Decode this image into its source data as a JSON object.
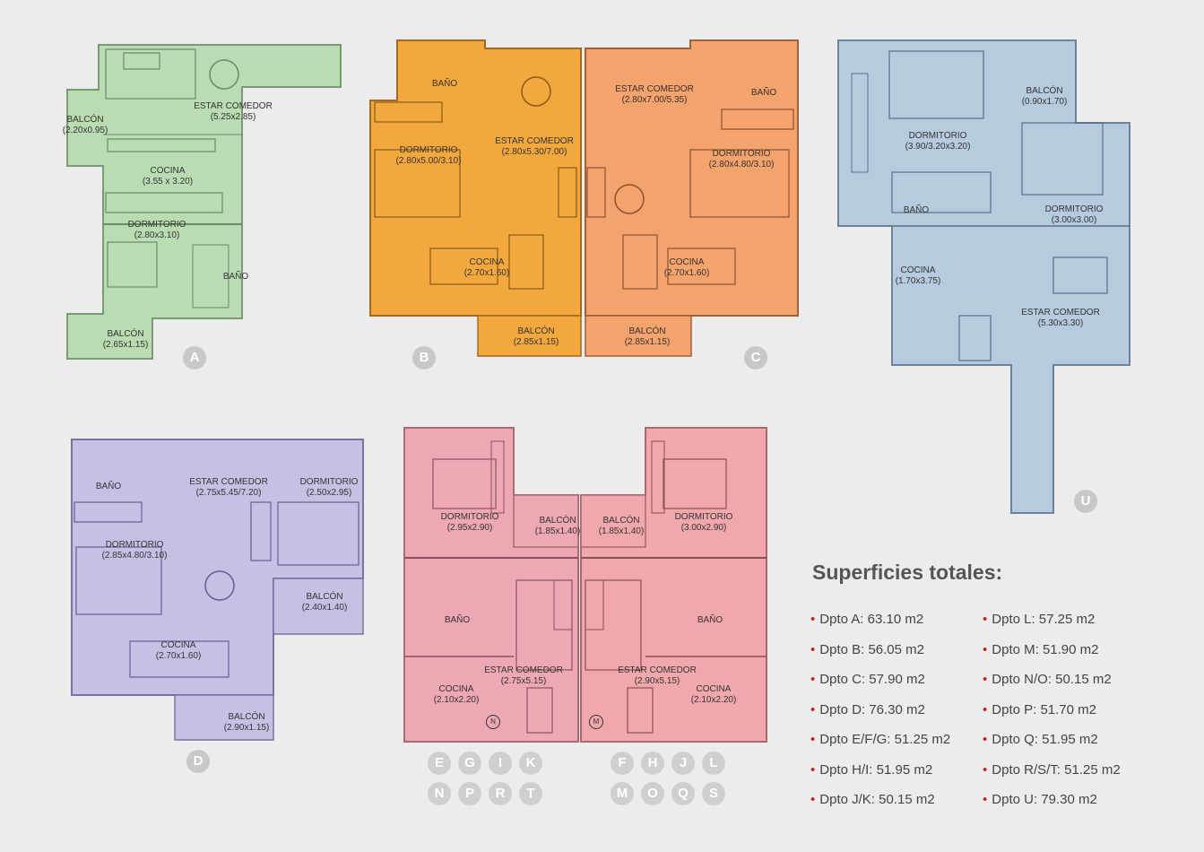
{
  "plans": {
    "A": {
      "badge": "A",
      "color": "#b9dcb2",
      "rooms": [
        {
          "name": "ESTAR COMEDOR",
          "dim": "(5.25x2.85)"
        },
        {
          "name": "BALCÓN",
          "dim": "(2.20x0.95)"
        },
        {
          "name": "COCINA",
          "dim": "(3.55 x 3.20)"
        },
        {
          "name": "DORMITORIO",
          "dim": "(2.80x3.10)"
        },
        {
          "name": "BAÑO",
          "dim": ""
        },
        {
          "name": "BALCÓN",
          "dim": "(2.65x1.15)"
        }
      ]
    },
    "B": {
      "badge": "B",
      "color": "#f3a83e",
      "rooms": [
        {
          "name": "BAÑO",
          "dim": ""
        },
        {
          "name": "ESTAR COMEDOR",
          "dim": "(2.80x5.30/7.00)"
        },
        {
          "name": "DORMITORIO",
          "dim": "(2.80x5.00/3.10)"
        },
        {
          "name": "COCINA",
          "dim": "(2.70x1.60)"
        },
        {
          "name": "BALCÓN",
          "dim": "(2.85x1.15)"
        }
      ]
    },
    "C": {
      "badge": "C",
      "color": "#f5a36c",
      "rooms": [
        {
          "name": "ESTAR COMEDOR",
          "dim": "(2.80x7.00/5.35)"
        },
        {
          "name": "BAÑO",
          "dim": ""
        },
        {
          "name": "DORMITORIO",
          "dim": "(2.80x4.80/3.10)"
        },
        {
          "name": "COCINA",
          "dim": "(2.70x1.60)"
        },
        {
          "name": "BALCÓN",
          "dim": "(2.85x1.15)"
        }
      ]
    },
    "U": {
      "badge": "U",
      "color": "#b6cbde",
      "rooms": [
        {
          "name": "DORMITORIO",
          "dim": "(3.90/3.20x3.20)"
        },
        {
          "name": "BALCÓN",
          "dim": "(0.90x1.70)"
        },
        {
          "name": "BAÑO",
          "dim": ""
        },
        {
          "name": "DORMITORIO",
          "dim": "(3.00x3.00)"
        },
        {
          "name": "COCINA",
          "dim": "(1.70x3.75)"
        },
        {
          "name": "ESTAR COMEDOR",
          "dim": "(5.30x3.30)"
        }
      ]
    },
    "D": {
      "badge": "D",
      "color": "#c8c0e4",
      "rooms": [
        {
          "name": "BAÑO",
          "dim": ""
        },
        {
          "name": "ESTAR COMEDOR",
          "dim": "(2.75x5.45/7.20)"
        },
        {
          "name": "DORMITORIO",
          "dim": "(2.50x2.95)"
        },
        {
          "name": "DORMITORIO",
          "dim": "(2.85x4.80/3.10)"
        },
        {
          "name": "BALCÓN",
          "dim": "(2.40x1.40)"
        },
        {
          "name": "COCINA",
          "dim": "(2.70x1.60)"
        },
        {
          "name": "BALCÓN",
          "dim": "(2.90x1.15)"
        }
      ]
    },
    "pink_left": {
      "color": "#eda8b4",
      "door_label": "N",
      "rooms": [
        {
          "name": "DORMITORIO",
          "dim": "(2.95x2.90)"
        },
        {
          "name": "BALCÓN",
          "dim": "(1.85x1.40)"
        },
        {
          "name": "BAÑO",
          "dim": ""
        },
        {
          "name": "ESTAR COMEDOR",
          "dim": "(2.75x5.15)"
        },
        {
          "name": "COCINA",
          "dim": "(2.10x2.20)"
        }
      ]
    },
    "pink_right": {
      "color": "#f0a8ad",
      "door_label": "M",
      "rooms": [
        {
          "name": "BALCÓN",
          "dim": "(1.85x1.40)"
        },
        {
          "name": "DORMITORIO",
          "dim": "(3.00x2.90)"
        },
        {
          "name": "BAÑO",
          "dim": ""
        },
        {
          "name": "ESTAR COMEDOR",
          "dim": "(2.90x5.15)"
        },
        {
          "name": "COCINA",
          "dim": "(2.10x2.20)"
        }
      ]
    }
  },
  "unit_letters": {
    "left_row1": [
      "E",
      "G",
      "I",
      "K"
    ],
    "left_row2": [
      "N",
      "P",
      "R",
      "T"
    ],
    "right_row1": [
      "F",
      "H",
      "J",
      "L"
    ],
    "right_row2": [
      "M",
      "O",
      "Q",
      "S"
    ]
  },
  "superficies": {
    "title": "Superficies totales:",
    "col1": [
      "Dpto A: 63.10 m2",
      "Dpto B: 56.05 m2",
      "Dpto C: 57.90 m2",
      "Dpto D: 76.30 m2",
      "Dpto E/F/G: 51.25 m2",
      "Dpto H/I: 51.95 m2",
      "Dpto J/K: 50.15 m2"
    ],
    "col2": [
      "Dpto L: 57.25 m2",
      "Dpto M: 51.90 m2",
      "Dpto N/O: 50.15 m2",
      "Dpto P: 51.70 m2",
      "Dpto Q: 51.95 m2",
      "Dpto R/S/T: 51.25 m2",
      "Dpto U: 79.30 m2"
    ]
  }
}
